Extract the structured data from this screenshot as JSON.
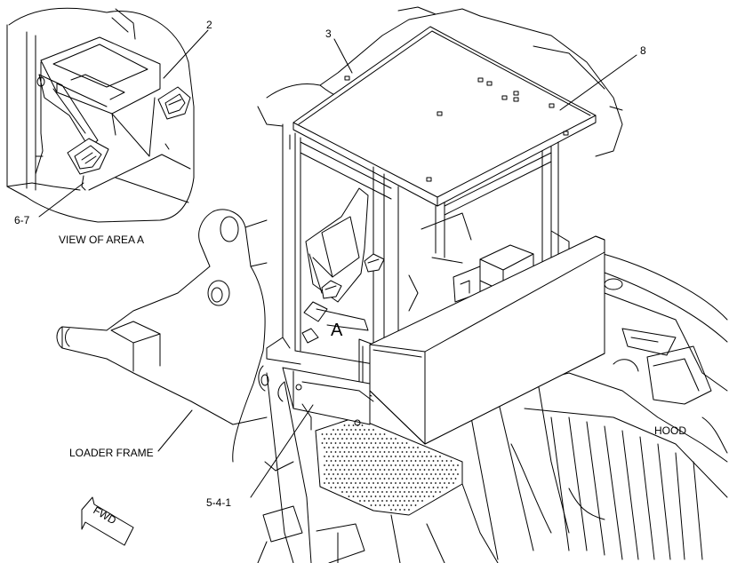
{
  "callouts": {
    "c2": "2",
    "c3": "3",
    "c8": "8",
    "c67": "6-7",
    "c541": "5-4-1",
    "area_a": "A"
  },
  "labels": {
    "view_of_area": "VIEW OF AREA  A",
    "loader_frame": "LOADER FRAME",
    "hood": "HOOD",
    "fwd": "FWD"
  }
}
